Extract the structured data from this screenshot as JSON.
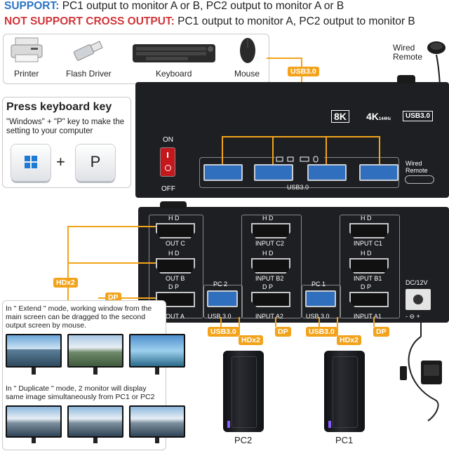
{
  "header": {
    "support_label": "SUPPORT:",
    "support_text": "PC1 output to monitor A or B, PC2 output to monitor A or B",
    "not_support_label": "NOT SUPPORT CROSS OUTPUT:",
    "not_support_text": "PC1 output to monitor A, PC2 output to monitor B"
  },
  "peripherals": [
    {
      "label": "Printer",
      "icon": "printer-icon"
    },
    {
      "label": "Flash Driver",
      "icon": "flash-drive-icon"
    },
    {
      "label": "Keyboard",
      "icon": "keyboard-icon"
    },
    {
      "label": "Mouse",
      "icon": "mouse-icon"
    }
  ],
  "wired_remote": {
    "line1": "Wired",
    "line2": "Remote"
  },
  "keyboard_box": {
    "title": "Press keyboard key",
    "description": "\"Windows\" + \"P\" key to make the setting to your computer",
    "plus": "+",
    "key_p": "P"
  },
  "front_panel": {
    "usb_label": "USB3.0",
    "badge_8k": "8K",
    "badge_4k": "4K",
    "badge_4k_sub": "144Hz",
    "badge_usb": "USB3.0",
    "on": "ON",
    "off": "OFF",
    "port_usb": "USB3.0",
    "remote_line1": "Wired",
    "remote_line2": "Remote"
  },
  "rear_panel": {
    "hd": "H D",
    "dp": "D P",
    "out_c": "OUT C",
    "out_b": "OUT B",
    "out_a": "OUT A",
    "input_c2": "INPUT C2",
    "input_b2": "INPUT B2",
    "input_a2": "INPUT A2",
    "input_c1": "INPUT C1",
    "input_b1": "INPUT B1",
    "input_a1": "INPUT A1",
    "pc2": "PC 2",
    "pc1": "PC 1",
    "usb30": "USB 3.0",
    "dc": "DC/12V",
    "polarity": "- ⊖ +"
  },
  "tags": {
    "hdx2_left": "HDx2",
    "dp_left": "DP",
    "usb_pc2": "USB3.0",
    "hdx2_pc2": "HDx2",
    "dp_pc2": "DP",
    "usb_pc1": "USB3.0",
    "hdx2_pc1": "HDx2",
    "dp_pc1": "DP"
  },
  "modes": {
    "extend": "In \" Extend \" mode, working window from the main screen can be dragged to the second output screen by mouse.",
    "duplicate": "In \" Duplicate \" mode, 2 monitor will display same image simultaneously from PC1 or PC2"
  },
  "computers": {
    "pc2": "PC2",
    "pc1": "PC1"
  },
  "colors": {
    "accent": "#f2a31b",
    "support": "#2a74c4",
    "not_support": "#d1363a",
    "usb_blue": "#2f6fbd"
  }
}
